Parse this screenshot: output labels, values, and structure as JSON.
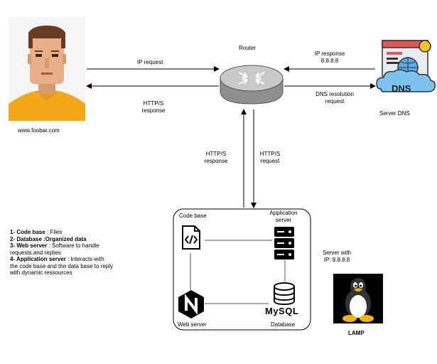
{
  "user": {
    "label": "www.foobar.com"
  },
  "router": {
    "label": "Router"
  },
  "dns": {
    "icon_text": "DNS",
    "label": "Server DNS"
  },
  "arrows": {
    "ip_request": "IP request",
    "http_response_top_1": "HTTP/S",
    "http_response_top_2": "response",
    "ip_response_1": "IP response",
    "ip_response_2": "8.8.8.8",
    "dns_resolution_1": "DNS resolution",
    "dns_resolution_2": "request",
    "http_response_vert_1": "HTTP/S",
    "http_response_vert_2": "response",
    "http_request_vert_1": "HTTP/S",
    "http_request_vert_2": "request"
  },
  "server": {
    "code_base": "Code base",
    "app_server_1": "Application",
    "app_server_2": "server",
    "web_server": "Web server",
    "database": "Database",
    "mysql": "MySQL",
    "server_with_1": "Server with",
    "server_with_2": "IP: 8.8.8.8"
  },
  "lamp": {
    "label": "LAMP"
  },
  "legend": [
    {
      "bold": "1- Code base",
      "text": " : Files"
    },
    {
      "bold": "2- Database :Organized data",
      "text": ""
    },
    {
      "bold": "3- Web server",
      "text": " : Software to handle"
    },
    {
      "bold": "",
      "text": "requests and replies"
    },
    {
      "bold": "4- Application server",
      "text": " : Interacts with"
    },
    {
      "bold": "",
      "text": "the code base and the data base to reply"
    },
    {
      "bold": "",
      "text": "with dynamic ressources"
    }
  ]
}
